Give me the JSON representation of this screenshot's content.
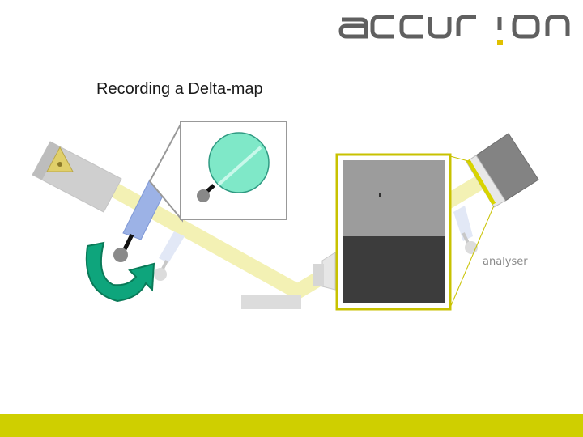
{
  "brand": {
    "name": "accurion",
    "accent_color": "#e0c000"
  },
  "slide": {
    "title": "Recording a Delta-map"
  },
  "labels": {
    "analyser": "analyser"
  },
  "colors": {
    "beam": "#f3f1b4",
    "highlight_frame": "#c8c200",
    "bottom_bar": "#cfcf00",
    "rotation_arrow": "#0ea57c",
    "compensator": "#7fe8c8"
  },
  "icons": [
    "laser-warning-icon",
    "rotate-arrow-icon",
    "camera-icon"
  ]
}
